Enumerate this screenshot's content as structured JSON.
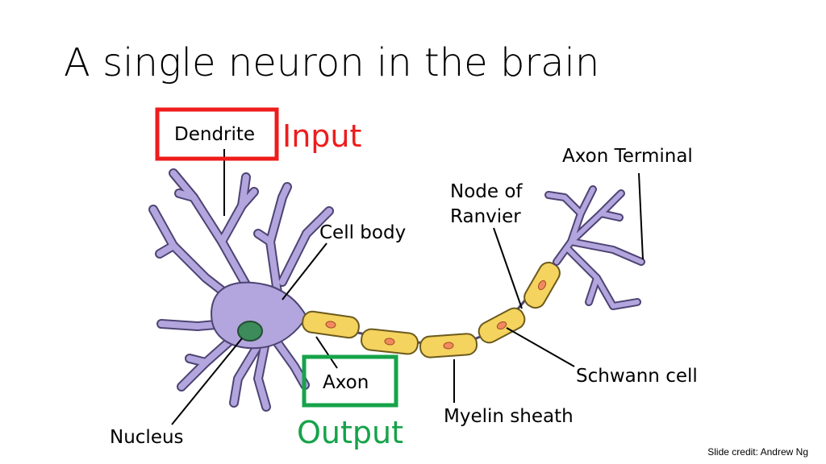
{
  "slide": {
    "title": "A single neuron in the brain",
    "credit": "Slide credit: Andrew Ng"
  },
  "diagram": {
    "labels": {
      "dendrite": "Dendrite",
      "input": "Input",
      "axon_terminal": "Axon Terminal",
      "node_of_ranvier_line1": "Node of",
      "node_of_ranvier_line2": "Ranvier",
      "cell_body": "Cell body",
      "schwann_cell": "Schwann cell",
      "axon": "Axon",
      "myelin_sheath": "Myelin sheath",
      "nucleus": "Nucleus",
      "output": "Output"
    },
    "colors": {
      "neuron_fill": "#b3a5dd",
      "neuron_stroke": "#4d4473",
      "nucleus": "#3d8a5a",
      "myelin_fill": "#f4d35e",
      "myelin_stroke": "#6b5a1e",
      "schwann_nucleus": "#f08a5d",
      "input_box": "#ee1c1c",
      "output_box": "#16a34a",
      "input_text": "#ee1c1c",
      "output_text": "#16a34a"
    }
  }
}
